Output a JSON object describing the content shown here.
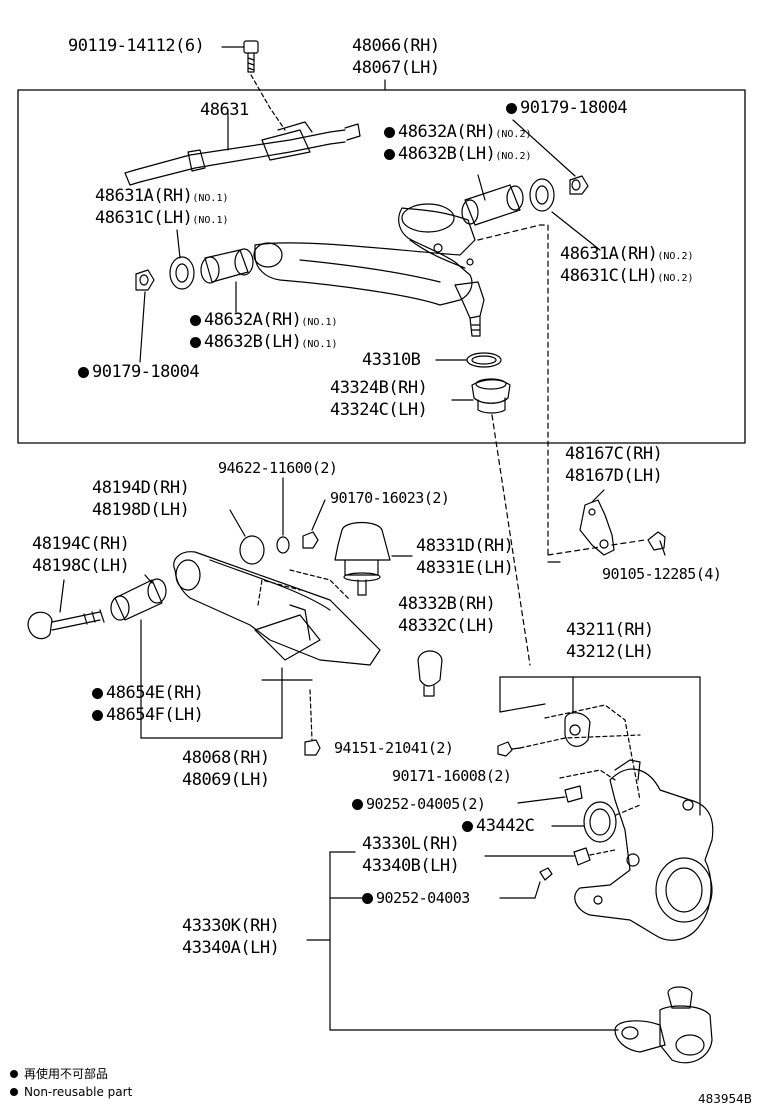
{
  "labels": {
    "bolt_top": "90119-14112(6)",
    "arm_upper_rh": "48066(RH)",
    "arm_upper_lh": "48067(LH)",
    "shaft": "48631",
    "nut_upper_right": "90179-18004",
    "bush_no2_rh": "48632A(RH)",
    "bush_no2_lh": "48632B(LH)",
    "no2": "(NO.2)",
    "washer_no1_rh": "48631A(RH)",
    "washer_no1_lh": "48631C(LH)",
    "no1": "(NO.1)",
    "washer_no2_rh": "48631A(RH)",
    "washer_no2_lh": "48631C(LH)",
    "bush_no1_rh": "48632A(RH)",
    "bush_no1_lh": "48632B(LH)",
    "nut_upper_left": "90179-18004",
    "ring_43310b": "43310B",
    "boot_rh": "43324B(RH)",
    "boot_lh": "43324C(LH)",
    "bracket_rh": "48167C(RH)",
    "bracket_lh": "48167D(LH)",
    "washer_94622": "94622-11600(2)",
    "pad_rh": "48194D(RH)",
    "pad_lh": "48198D(LH)",
    "nut_90170": "90170-16023(2)",
    "bolt_cam_rh": "48194C(RH)",
    "bolt_cam_lh": "48198C(LH)",
    "bumper_rh": "48331D(RH)",
    "bumper_lh": "48331E(LH)",
    "bolt_90105": "90105-12285(4)",
    "stopper_rh": "48332B(RH)",
    "stopper_lh": "48332C(LH)",
    "knuckle_rh": "43211(RH)",
    "knuckle_lh": "43212(LH)",
    "bush_lower_rh": "48654E(RH)",
    "bush_lower_lh": "48654F(LH)",
    "arm_lower_rh": "48068(RH)",
    "arm_lower_lh": "48069(LH)",
    "nut_94151": "94151-21041(2)",
    "bolt_90171": "90171-16008(2)",
    "pin_90252_5": "90252-04005(2)",
    "seal_43442c": "43442C",
    "balljoint_upper_rh": "43330L(RH)",
    "balljoint_upper_lh": "43340B(LH)",
    "pin_90252_3": "90252-04003",
    "balljoint_lower_rh": "43330K(RH)",
    "balljoint_lower_lh": "43340A(LH)"
  },
  "legend": {
    "line1": "再使用不可部品",
    "line2": "Non-reusable part"
  },
  "diagram_code": "483954B"
}
